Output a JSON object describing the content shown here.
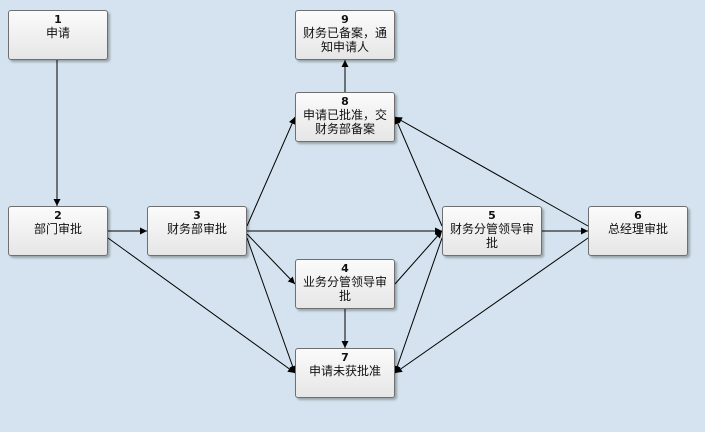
{
  "nodes": [
    {
      "id": "1",
      "num": "1",
      "label": "申请",
      "kind": "start"
    },
    {
      "id": "2",
      "num": "2",
      "label": "部门审批",
      "kind": "normal"
    },
    {
      "id": "3",
      "num": "3",
      "label": "财务部审批",
      "kind": "normal"
    },
    {
      "id": "4",
      "num": "4",
      "label": "业务分管领导审批",
      "kind": "normal"
    },
    {
      "id": "5",
      "num": "5",
      "label": "财务分管领导审批",
      "kind": "normal"
    },
    {
      "id": "6",
      "num": "6",
      "label": "总经理审批",
      "kind": "normal"
    },
    {
      "id": "7",
      "num": "7",
      "label": "申请未获批准",
      "kind": "end"
    },
    {
      "id": "8",
      "num": "8",
      "label": "申请已批准，交财务部备案",
      "kind": "normal"
    },
    {
      "id": "9",
      "num": "9",
      "label": "财务已备案，通知申请人",
      "kind": "end"
    }
  ],
  "edges": [
    {
      "from": "1",
      "to": "2"
    },
    {
      "from": "2",
      "to": "3"
    },
    {
      "from": "2",
      "to": "7"
    },
    {
      "from": "3",
      "to": "8"
    },
    {
      "from": "3",
      "to": "5"
    },
    {
      "from": "3",
      "to": "4"
    },
    {
      "from": "3",
      "to": "7"
    },
    {
      "from": "4",
      "to": "5"
    },
    {
      "from": "4",
      "to": "7"
    },
    {
      "from": "5",
      "to": "6"
    },
    {
      "from": "5",
      "to": "8"
    },
    {
      "from": "5",
      "to": "7"
    },
    {
      "from": "6",
      "to": "8"
    },
    {
      "from": "6",
      "to": "7"
    },
    {
      "from": "8",
      "to": "9"
    }
  ],
  "colors": {
    "background": "#d4e3ef",
    "start_node": "#52ad27",
    "end_node": "#f2a7bd",
    "normal_node": "#f0f0f0",
    "edge": "#000000"
  }
}
